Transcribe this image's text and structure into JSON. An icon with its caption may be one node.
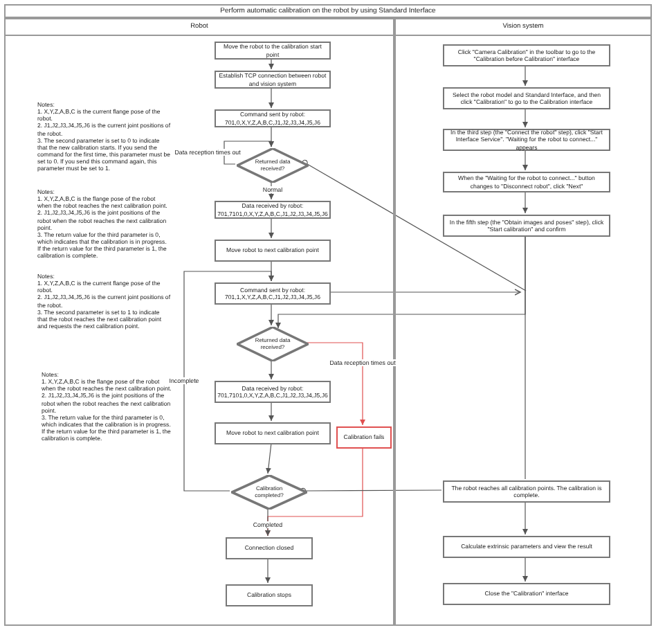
{
  "diagram": {
    "title": "Perform automatic calibration on the robot by using Standard Interface",
    "nodes": [
      {
        "text": [
          "Robot"
        ]
      },
      {
        "text": [
          "Vision system"
        ]
      },
      {
        "text": [
          "Move the robot to the calibration start point"
        ],
        "in": 0
      },
      {
        "text": [
          "Establish TCP connection between robot and vision system"
        ],
        "in": 0
      },
      {
        "text": [
          "Command sent by robot: 701,0,X,Y,Z,A,B,C,J1,J2,J3,J4,J5,J6"
        ],
        "in": 0
      },
      {
        "text": [
          "Returned data received?"
        ],
        "in": 0
      },
      {
        "text": [
          "Data received by robot: 701,7101,0,X,Y,Z,A,B,C,J1,J2,J3,J4,J5,J6"
        ],
        "in": 0
      },
      {
        "text": [
          "Move robot to next calibration point"
        ],
        "in": 0
      },
      {
        "text": [
          "Command sent by robot: 701,1,X,Y,Z,A,B,C,J1,J2,J3,J4,J5,J6"
        ],
        "in": 0
      },
      {
        "text": [
          "Returned data received?"
        ],
        "in": 0
      },
      {
        "text": [
          "Data received by robot: 701,7101,0,X,Y,Z,A,B,C,J1,J2,J3,J4,J5,J6"
        ],
        "in": 0
      },
      {
        "text": [
          "Move robot to next calibration point"
        ],
        "in": 0
      },
      {
        "text": [
          "Calibration fails"
        ],
        "in": 0
      },
      {
        "text": [
          "Calibration completed?"
        ],
        "in": 0
      },
      {
        "text": [
          "Connection closed"
        ],
        "in": 0
      },
      {
        "text": [
          "Calibration stops"
        ],
        "in": 0
      },
      {
        "text": [
          "Click \"Camera Calibration\" in the toolbar to go to the \"Calibration before Calibration\" interface"
        ],
        "in": 1
      },
      {
        "text": [
          "Select the robot model and Standard Interface, and then click \"Calibration\" to go to the Calibration interface"
        ],
        "in": 1
      },
      {
        "text": [
          "In the third step (the \"Connect the robot\" step), click \"Start Interface Service\". \"Waiting for the robot to connect...\" appears"
        ],
        "in": 1
      },
      {
        "text": [
          "When the \"Waiting for the robot to connect...\" button changes to \"Disconnect robot\", click \"Next\""
        ],
        "in": 1
      },
      {
        "text": [
          "In the fifth step (the \"Obtain images and poses\" step), click \"Start calibration\" and confirm"
        ],
        "in": 1
      },
      {
        "text": [
          "The robot reaches all calibration points. The calibration is complete."
        ],
        "in": 1
      },
      {
        "text": [
          "Calculate extrinsic parameters and view the result"
        ],
        "in": 1
      },
      {
        "text": [
          "Close the \"Calibration\" interface"
        ],
        "in": 1
      }
    ],
    "edges": [
      {
        "from": 2,
        "to": 3,
        "arrow": "to"
      },
      {
        "from": 3,
        "to": 4,
        "arrow": "to"
      },
      {
        "from": 4,
        "to": 5,
        "arrow": "to"
      },
      {
        "from": 5,
        "to": 5,
        "arrow": "to",
        "label": "Data reception times out"
      },
      {
        "from": 5,
        "to": 6,
        "arrow": "to",
        "label": "Normal"
      },
      {
        "from": 6,
        "to": 7,
        "arrow": "to"
      },
      {
        "from": 7,
        "to": 8,
        "arrow": "to"
      },
      {
        "from": 8,
        "to": 9,
        "arrow": "to"
      },
      {
        "from": 9,
        "to": 10,
        "arrow": "to"
      },
      {
        "from": 10,
        "to": 11,
        "arrow": "to"
      },
      {
        "from": 11,
        "to": 13,
        "arrow": "to"
      },
      {
        "from": 9,
        "to": 12,
        "arrow": "to",
        "label": "Data reception times out",
        "color": "#e05050"
      },
      {
        "from": 12,
        "to": 14,
        "arrow": "to",
        "color": "#e05050"
      },
      {
        "from": 13,
        "to": 8,
        "arrow": "to",
        "label": "Incomplete"
      },
      {
        "from": 13,
        "to": 14,
        "arrow": "to",
        "label": "Completed"
      },
      {
        "from": 14,
        "to": 15,
        "arrow": "to"
      },
      {
        "from": 16,
        "to": 17,
        "arrow": "to"
      },
      {
        "from": 17,
        "to": 18,
        "arrow": "to"
      },
      {
        "from": 18,
        "to": 19,
        "arrow": "to"
      },
      {
        "from": 19,
        "to": 20,
        "arrow": "to"
      },
      {
        "from": 20,
        "to": 21,
        "arrow": "none"
      },
      {
        "from": 21,
        "to": 22,
        "arrow": "to"
      },
      {
        "from": 22,
        "to": 23,
        "arrow": "to"
      },
      {
        "from": 5,
        "to": null,
        "arrow": "other"
      },
      {
        "from": 8,
        "to": null,
        "arrow": "to"
      },
      {
        "from": 20,
        "to": 9,
        "arrow": "to"
      },
      {
        "from": 13,
        "to": 21,
        "arrow": "other"
      }
    ],
    "labels": [
      "Notes:",
      "1. X,Y,Z,A,B,C is the current flange pose of the robot.",
      "2. J1,J2,J3,J4,J5,J6 is the current joint positions of the robot.",
      "3. The second parameter is set to 0 to indicate that the new calibration starts. If you send the command for the first time, this parameter must be set to 0. If you send this command again, this parameter must be set to 1.",
      "Notes:",
      "1. X,Y,Z,A,B,C is the flange pose of the robot when the robot reaches the next calibration point.",
      "2. J1,J2,J3,J4,J5,J6 is the joint positions of the robot when the robot reaches the next calibration point.",
      "3. The return value for the third parameter is 0, which indicates that the calibration is in progress. If the return value for the third parameter is 1, the calibration is complete.",
      "Notes:",
      "1. X,Y,Z,A,B,C is the current flange pose of the robot.",
      "2. J1,J2,J3,J4,J5,J6 is the current joint positions of the robot.",
      "3. The second parameter is set to 1 to indicate that the robot reaches the next calibration point and requests the next calibration point.",
      "Notes:",
      "1. X,Y,Z,A,B,C is the flange pose of the robot when the robot reaches the next calibration point.",
      "2. J1,J2,J3,J4,J5,J6 is the joint positions of the robot when the robot reaches the next calibration point.",
      "3. The return value for the third parameter is 0, which indicates that the calibration is in progress. If the return value for the third parameter is 1, the calibration is complete."
    ]
  }
}
